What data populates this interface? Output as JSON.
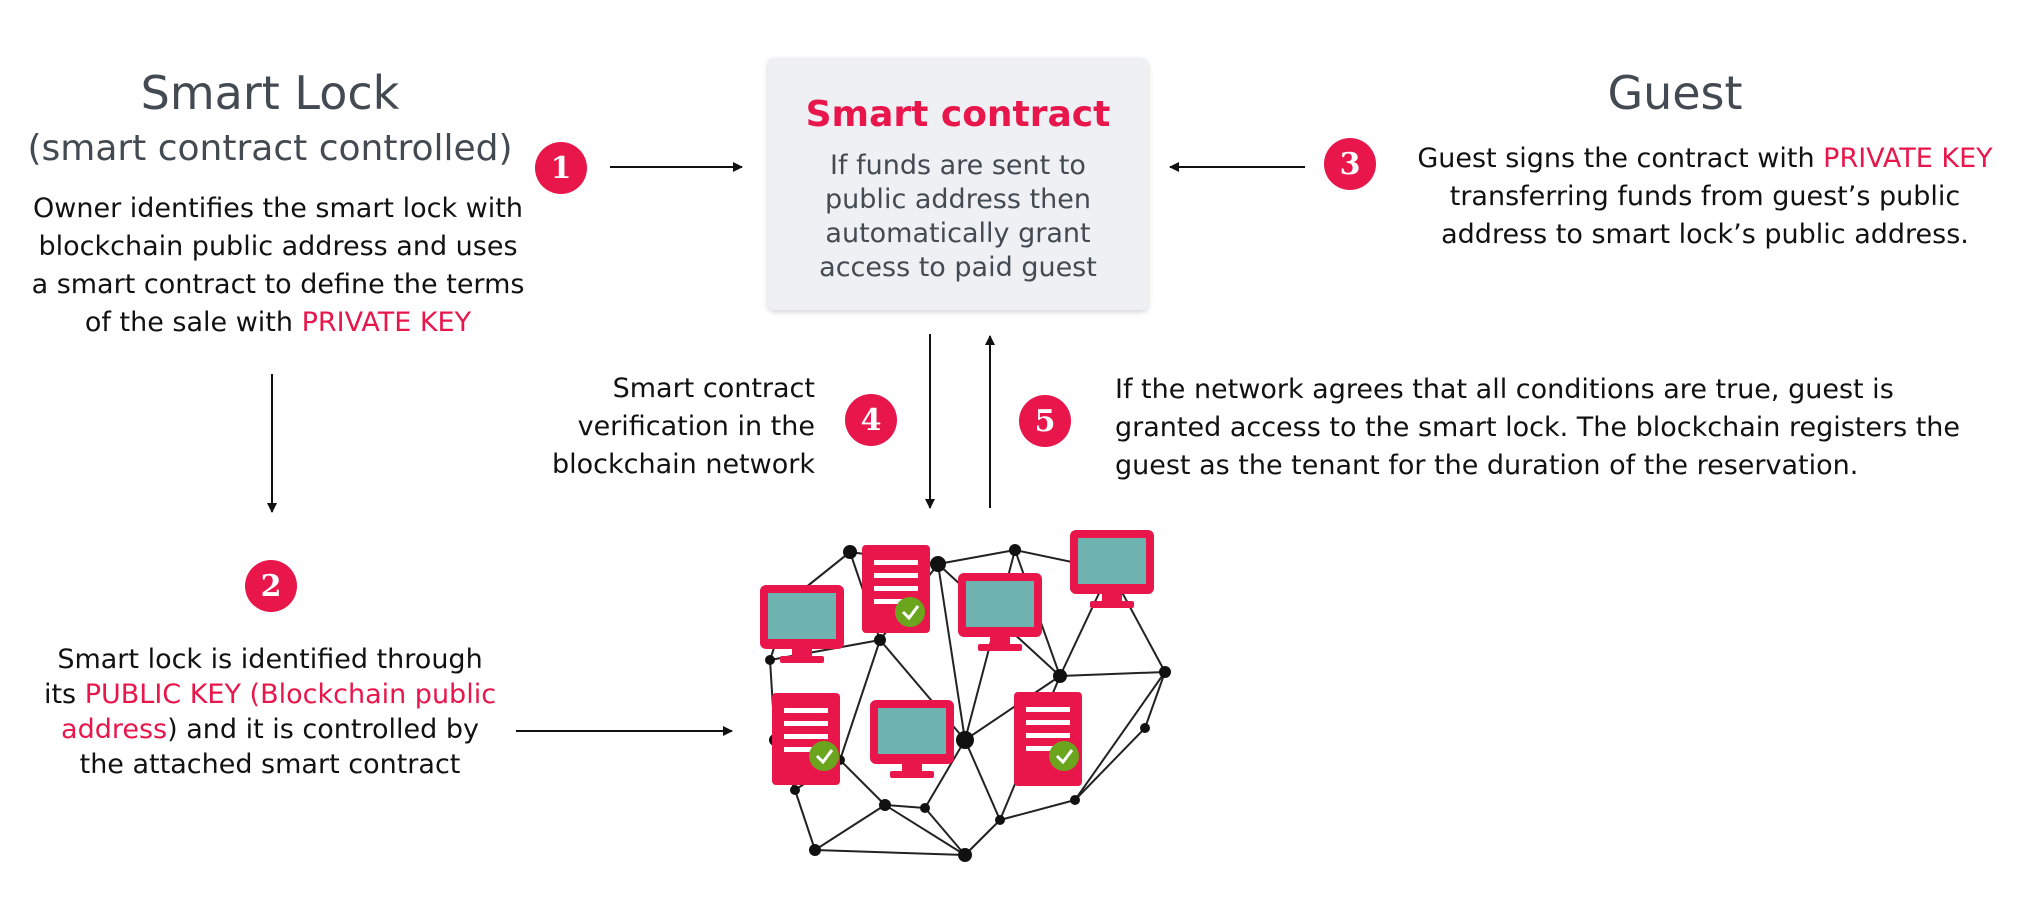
{
  "colors": {
    "accent": "#e8164b",
    "heading": "#444a52",
    "box_bg": "#eef0f4",
    "monitor_screen": "#6fb3b0",
    "check": "#6aa51d"
  },
  "smart_lock": {
    "title": "Smart Lock",
    "subtitle": "(smart contract controlled)",
    "description_prefix": "Owner identifies the smart lock with blockchain public address and uses a smart contract to define the terms of the sale with ",
    "description_highlight": "PRIVATE KEY"
  },
  "contract": {
    "title": "Smart contract",
    "text": "If funds are sent to public address then automatically grant access to paid guest"
  },
  "guest": {
    "title": "Guest",
    "text_prefix": "Guest signs the contract with ",
    "text_highlight": "PRIVATE KEY",
    "text_suffix": " transferring funds from guest’s public address to smart lock’s public address."
  },
  "step2": {
    "text_prefix": "Smart lock is identified through its ",
    "text_highlight": "PUBLIC KEY (Blockchain public address",
    "text_suffix": ") and it is controlled by the attached smart contract"
  },
  "step4": {
    "text": "Smart contract verification in the blockchain network"
  },
  "step5": {
    "text": "If the network agrees that all conditions are true, guest is granted access to the smart lock. The blockchain registers the guest as the tenant for the duration of the reservation."
  },
  "badges": {
    "one": "1",
    "two": "2",
    "three": "3",
    "four": "4",
    "five": "5"
  },
  "network_icons": [
    "monitor-icon",
    "document-check-icon"
  ]
}
